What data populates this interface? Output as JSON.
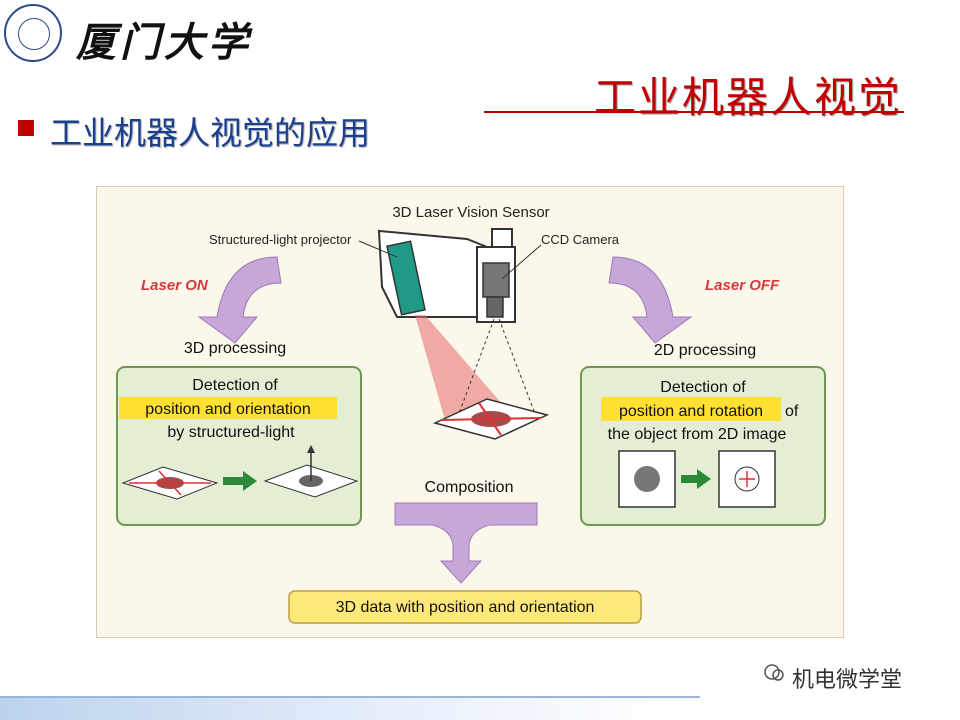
{
  "header": {
    "university_name": "厦门大学",
    "slide_title": "工业机器人视觉",
    "subtitle": "工业机器人视觉的应用"
  },
  "diagram": {
    "sensor_label": "3D Laser Vision Sensor",
    "projector_label": "Structured-light projector",
    "camera_label": "CCD Camera",
    "laser_on": "Laser ON",
    "laser_off": "Laser OFF",
    "left_process": "3D processing",
    "right_process": "2D processing",
    "left_box": {
      "line1": "Detection of",
      "line2": "position and orientation",
      "line3": "by structured-light"
    },
    "right_box": {
      "line1": "Detection of",
      "line2_highlight": "position and rotation",
      "line2_rest": "of",
      "line3": "the object from 2D image"
    },
    "composition": "Composition",
    "result": "3D data with position and orientation"
  },
  "footer": {
    "watermark": "机电微学堂"
  },
  "colors": {
    "title_red": "#c00000",
    "subtitle_blue": "#1a3f8f",
    "box_green": "#e3eed5",
    "box_border": "#6d9a50",
    "highlight_yellow": "#ffe033",
    "arrow_purple": "#c7a7d8",
    "laser_red": "#e05050"
  }
}
